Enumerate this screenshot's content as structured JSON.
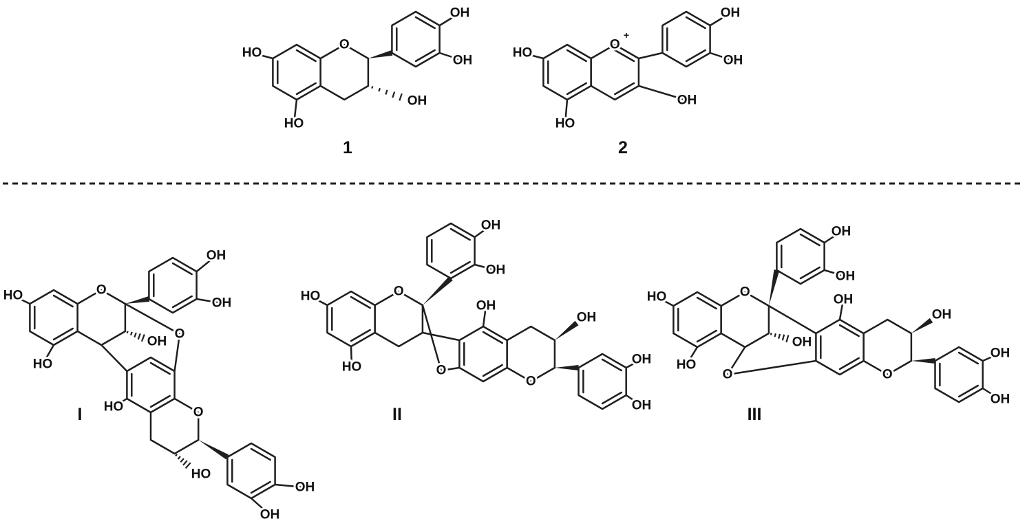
{
  "figure": {
    "background": "#ffffff",
    "bond_color": "#1f1f1f",
    "label_color": "#111111",
    "divider": {
      "style": "dashed",
      "color": "#1f1f1f"
    }
  },
  "compounds": {
    "c1": {
      "caption": "1",
      "labels": {
        "ho7": "HO",
        "o1": "O",
        "oh3p": "OH",
        "oh4p": "OH",
        "oh3": "OH",
        "ho5": "HO"
      }
    },
    "c2": {
      "caption": "2",
      "labels": {
        "ho7": "HO",
        "o1": "O",
        "plus": "+",
        "oh3p": "OH",
        "oh4p": "OH",
        "oh3": "OH",
        "ho5": "HO"
      }
    },
    "cI": {
      "caption": "I",
      "labels": {
        "ho7u": "HO",
        "o1u": "O",
        "ohb1": "OH",
        "ohb2": "OH",
        "oh3u": "OH",
        "oeth": "O",
        "ho5u": "HO",
        "ho5l": "HO",
        "o1l": "O",
        "ho3l": "HO",
        "ohb3": "OH",
        "ohb4": "OH"
      }
    },
    "cII": {
      "caption": "II",
      "labels": {
        "ohb1": "OH",
        "ohb2": "OH",
        "ho7u": "HO",
        "o1u": "O",
        "ho5u": "HO",
        "oeth": "O",
        "oh5l": "OH",
        "oh3l": "OH",
        "o1l": "O",
        "ohb3": "OH",
        "ohb4": "OH"
      }
    },
    "cIII": {
      "caption": "III",
      "labels": {
        "ohb1": "OH",
        "ohb2": "OH",
        "ho7u": "HO",
        "o1u": "O",
        "oh5l": "OH",
        "oh3u": "OH",
        "ho5u": "HO",
        "oeth": "O",
        "o1l": "O",
        "oh3l": "OH",
        "ohb3": "OH",
        "ohb4": "OH"
      }
    }
  }
}
